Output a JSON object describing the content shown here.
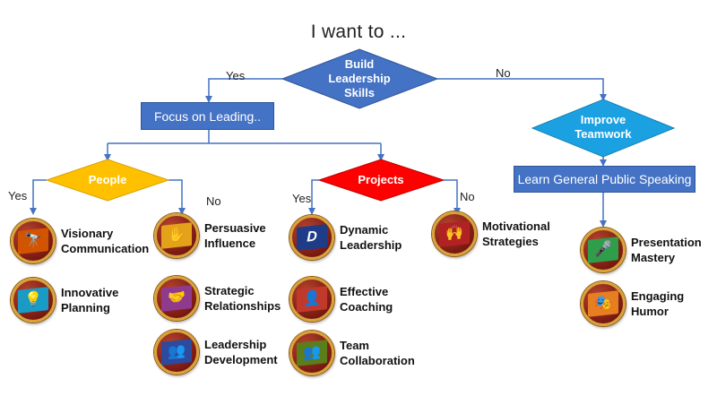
{
  "title": "I want to ...",
  "colors": {
    "blue": "#4472c4",
    "gold": "#ffc000",
    "red": "#ff0000",
    "cyan": "#1ba1e2",
    "line": "#4472c4"
  },
  "decisions": {
    "root": {
      "line1": "Build",
      "line2": "Leadership",
      "line3": "Skills"
    },
    "people": {
      "label": "People"
    },
    "projects": {
      "label": "Projects"
    },
    "teamwork": {
      "line1": "Improve",
      "line2": "Teamwork"
    }
  },
  "boxes": {
    "focus": "Focus on Leading..",
    "speaking": "Learn General Public Speaking"
  },
  "branch_labels": {
    "root_yes": "Yes",
    "root_no": "No",
    "people_yes": "Yes",
    "people_no": "No",
    "projects_yes": "Yes",
    "projects_no": "No"
  },
  "paths": [
    {
      "line1": "Visionary",
      "line2": "Communication",
      "icon": "telescope-icon",
      "flag": "#d35400",
      "glyph": "🔭"
    },
    {
      "line1": "Innovative",
      "line2": "Planning",
      "icon": "lightbulb-icon",
      "flag": "#1a9bc6",
      "glyph": "💡"
    },
    {
      "line1": "Persuasive",
      "line2": "Influence",
      "icon": "persuasion-icon",
      "flag": "#e3a21a",
      "glyph": "✋"
    },
    {
      "line1": "Strategic",
      "line2": "Relationships",
      "icon": "handshake-icon",
      "flag": "#8e3b8e",
      "glyph": "🤝"
    },
    {
      "line1": "Leadership",
      "line2": "Development",
      "icon": "people-icon",
      "flag": "#2e4a9e",
      "glyph": "👥"
    },
    {
      "line1": "Dynamic",
      "line2": "Leadership",
      "icon": "dynamic-d-icon",
      "flag": "#1f3c88",
      "glyph": "D"
    },
    {
      "line1": "Effective",
      "line2": "Coaching",
      "icon": "coaching-icon",
      "flag": "#c0392b",
      "glyph": "👤"
    },
    {
      "line1": "Team",
      "line2": "Collaboration",
      "icon": "team-icon",
      "flag": "#5b7d1a",
      "glyph": "👥"
    },
    {
      "line1": "Motivational",
      "line2": "Strategies",
      "icon": "crowd-icon",
      "flag": "#b22222",
      "glyph": "🙌"
    },
    {
      "line1": "Presentation",
      "line2": "Mastery",
      "icon": "presentation-icon",
      "flag": "#2e9e4a",
      "glyph": "🎤"
    },
    {
      "line1": "Engaging",
      "line2": "Humor",
      "icon": "masks-icon",
      "flag": "#e67e22",
      "glyph": "🎭"
    }
  ]
}
